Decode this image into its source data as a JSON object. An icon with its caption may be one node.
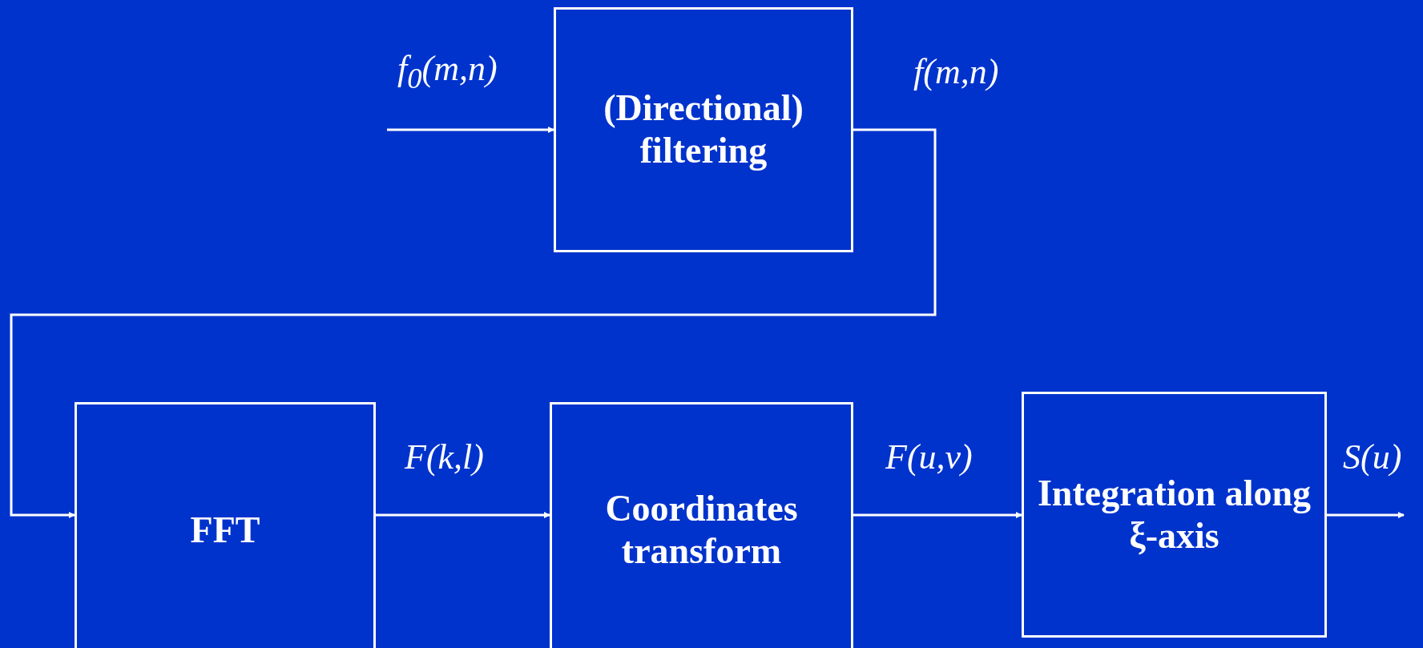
{
  "diagram": {
    "nodes": [
      {
        "text": [
          "(Directional) filtering"
        ]
      },
      {
        "text": [
          "FFT"
        ]
      },
      {
        "text": [
          "Coordinates transform"
        ]
      },
      {
        "text": [
          "Integration along ξ-axis"
        ]
      }
    ],
    "edges": [
      {
        "from": null,
        "to": 0,
        "arrow": "to",
        "label": "f$_{0}$(m,n)"
      },
      {
        "from": 0,
        "to": 1,
        "arrow": "to",
        "label": "f(m,n)"
      },
      {
        "from": 1,
        "to": 2,
        "arrow": "to",
        "label": "F(k,l)"
      },
      {
        "from": 2,
        "to": 3,
        "arrow": "to",
        "label": "F(u,v)"
      },
      {
        "from": 3,
        "to": null,
        "arrow": "to",
        "label": "S(u)"
      }
    ]
  }
}
